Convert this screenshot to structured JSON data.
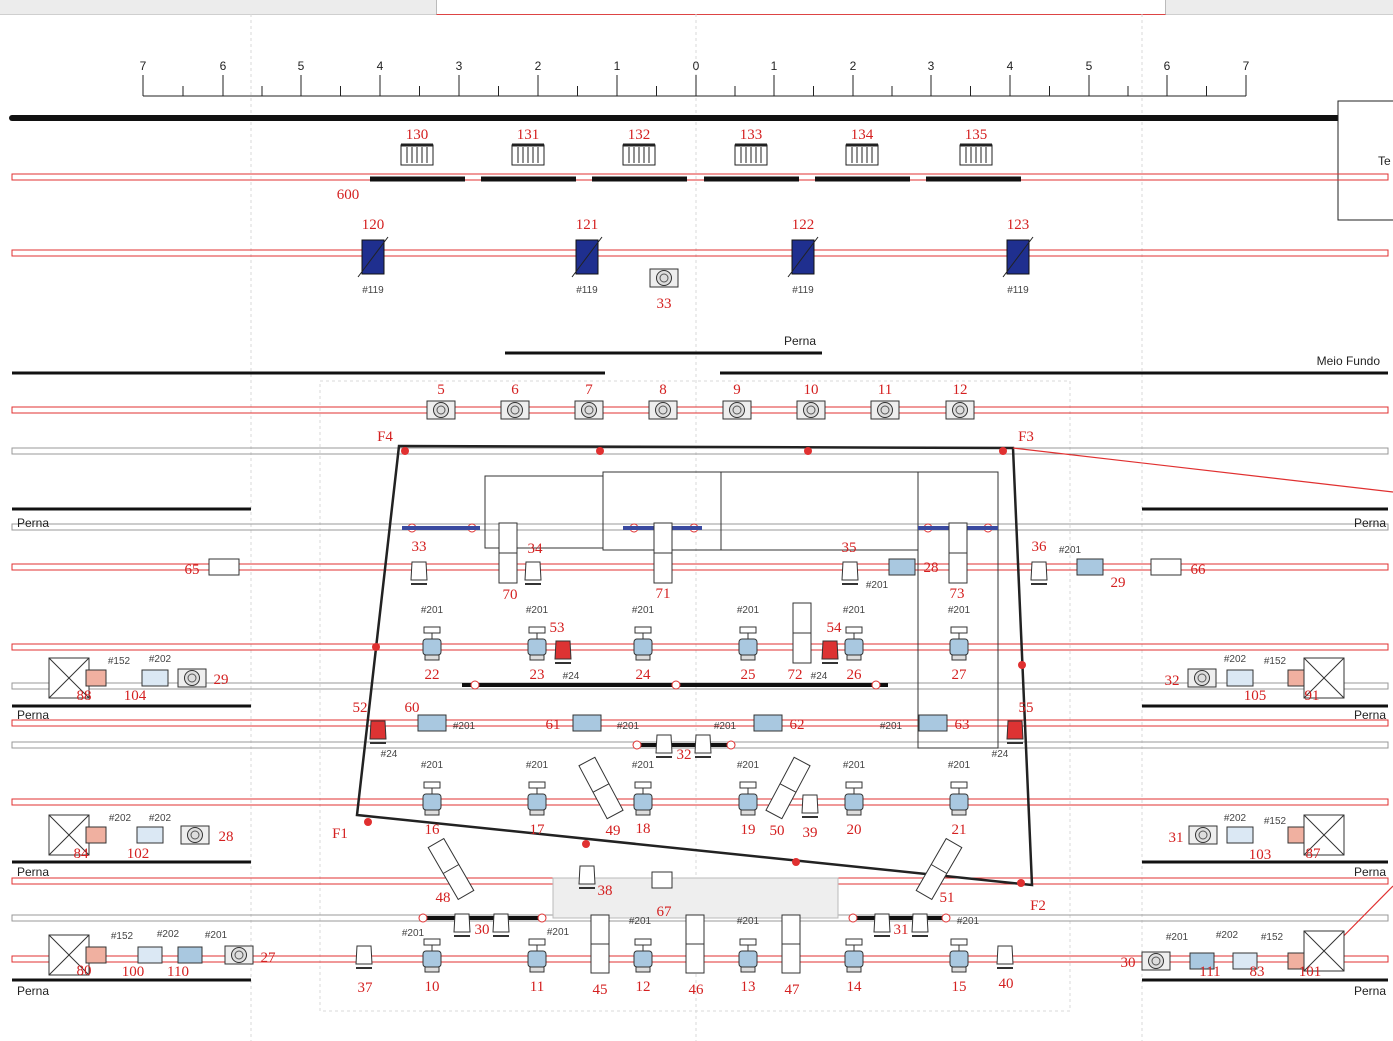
{
  "ruler": {
    "ticks": [
      "7",
      "6",
      "5",
      "4",
      "3",
      "2",
      "1",
      "0",
      "1",
      "2",
      "3",
      "4",
      "5",
      "6",
      "7"
    ]
  },
  "labels": {
    "perna": "Perna",
    "meio_fundo": "Meio Fundo",
    "pipe_600": "600",
    "box_text": "Te",
    "truss_corners": [
      "F4",
      "F3",
      "F1",
      "F2"
    ]
  },
  "colors": {
    "pipe": "#e03030",
    "truss": "#222222",
    "fixture_blue": "#1f2f8f",
    "label_red": "#d42020"
  },
  "tags": {
    "t119": "#119",
    "t201": "#201",
    "t202": "#202",
    "t152": "#152",
    "t24": "#24"
  },
  "fixtures": {
    "strip_top": [
      "130",
      "131",
      "132",
      "133",
      "134",
      "135"
    ],
    "blue_lights": [
      "120",
      "121",
      "122",
      "123"
    ],
    "pipe_33": "33",
    "par_row": [
      "5",
      "6",
      "7",
      "8",
      "9",
      "10",
      "11",
      "12"
    ],
    "row_upper": [
      "65",
      "33",
      "34",
      "70",
      "71",
      "35",
      "28",
      "73",
      "36",
      "29",
      "66"
    ],
    "row_movers1": [
      "22",
      "23",
      "53",
      "24",
      "25",
      "72",
      "54",
      "26",
      "27"
    ],
    "side_left1": [
      "88",
      "104",
      "29"
    ],
    "side_right1": [
      "32",
      "105",
      "91"
    ],
    "row_mid": [
      "52",
      "60",
      "61",
      "62",
      "63",
      "55",
      "32"
    ],
    "row_movers2": [
      "16",
      "17",
      "49",
      "18",
      "19",
      "50",
      "39",
      "20",
      "21"
    ],
    "side_left2": [
      "84",
      "102",
      "28"
    ],
    "side_right2": [
      "31",
      "103",
      "87"
    ],
    "row_lower": [
      "48",
      "38",
      "67",
      "51",
      "30",
      "31"
    ],
    "row_bottom": [
      "37",
      "10",
      "11",
      "45",
      "12",
      "46",
      "13",
      "47",
      "14",
      "15",
      "40"
    ],
    "side_left3": [
      "80",
      "100",
      "110",
      "27"
    ],
    "side_right3": [
      "30",
      "111",
      "83",
      "101"
    ]
  }
}
